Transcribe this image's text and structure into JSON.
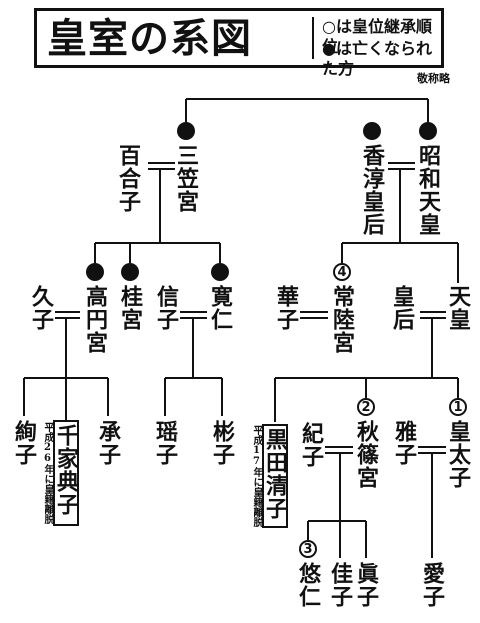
{
  "header": {
    "title": "皇室の系図",
    "legend_open": "○は皇位継承順位",
    "legend_filled": "●は亡くなられた方"
  },
  "note": "敬称略",
  "people": {
    "showa": "昭和天皇",
    "kojun": "香淳皇后",
    "mikasa": "三笠宮",
    "yuriko": "百合子",
    "tenno": "天皇",
    "kogo": "皇后",
    "hitachi": "常陸宮",
    "hanako": "華子",
    "tomohito": "寛仁",
    "nobuko": "信子",
    "katsura": "桂宮",
    "takamado": "高円宮",
    "hisako": "久子",
    "kotaishi": "皇太子",
    "masako": "雅子",
    "akishino": "秋篠宮",
    "kiko": "紀子",
    "kuroda": "黒田清子",
    "senge": "千家典子",
    "tsuguko": "承子",
    "ayako": "絢子",
    "akiko": "彬子",
    "yoko": "瑶子",
    "aiko": "愛子",
    "mako": "眞子",
    "kako": "佳子",
    "hisahito": "悠仁"
  },
  "annotations": {
    "kuroda_note": "平成17年に皇籍離脱",
    "senge_note": "平成26年に皇籍離脱"
  },
  "succession": {
    "kotaishi": "1",
    "akishino": "2",
    "hisahito": "3",
    "hitachi": "4"
  }
}
